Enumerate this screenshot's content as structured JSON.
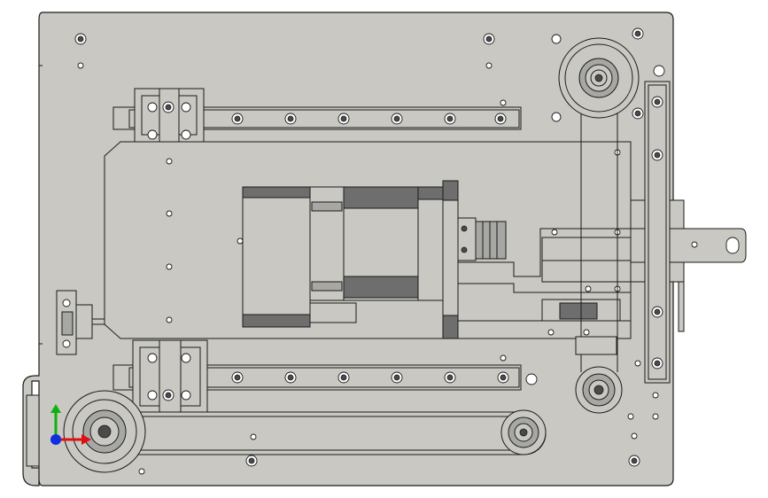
{
  "drawing": {
    "view": "top view",
    "colors": {
      "background": "#ffffff",
      "plate": "#c9c8c2",
      "edge": "#1b1b1b",
      "dark_face": "#6e6e6e",
      "mid_face": "#a7a7a3",
      "triad_x": "#e01010",
      "triad_y": "#10b010",
      "triad_z": "#1030e0"
    },
    "triad": {
      "axes": [
        "x",
        "y",
        "z"
      ]
    }
  }
}
